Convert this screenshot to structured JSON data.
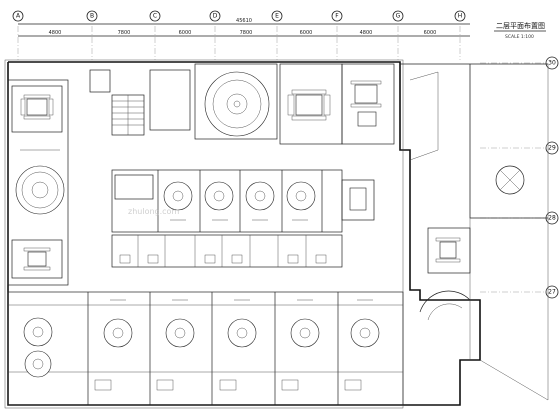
{
  "drawing": {
    "title": "二层平面布置图",
    "scale": "SCALE 1:100",
    "total_dimension": "45610",
    "watermark": "zhulong.com"
  },
  "axes": {
    "top": [
      "A",
      "B",
      "C",
      "D",
      "E",
      "F",
      "G",
      "H"
    ],
    "right": [
      "30",
      "29",
      "28",
      "27"
    ]
  },
  "dimensions": {
    "top_segments": [
      "4800",
      "7800",
      "6000",
      "7800",
      "6000",
      "4800",
      "6000"
    ]
  }
}
